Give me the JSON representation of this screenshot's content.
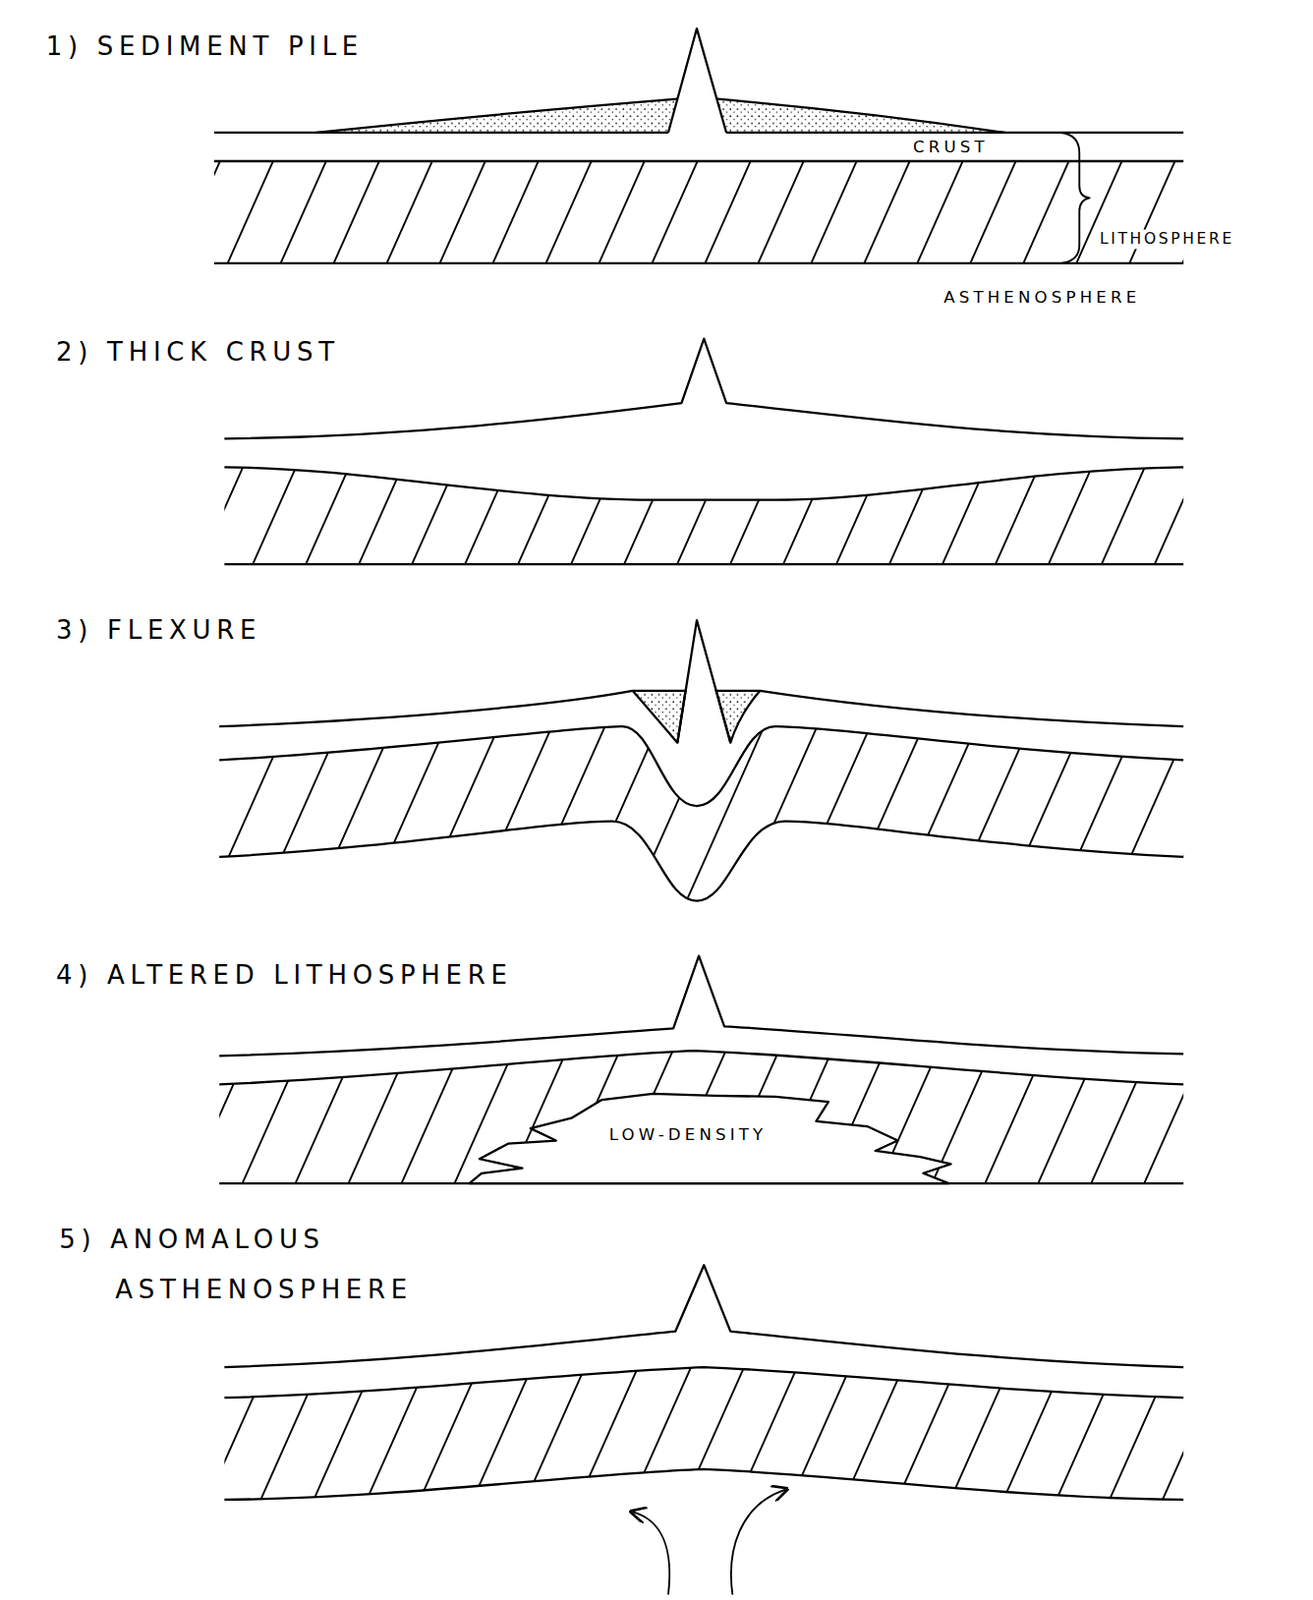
{
  "diagram": {
    "labels": [
      "1) SEDIMENT PILE",
      "CRUST",
      "LITHOSPHERE",
      "ASTHENOSPHERE",
      "2) THICK CRUST",
      "3) FLEXURE",
      "4) ALTERED LITHOSPHERE",
      "LOW-DENSITY",
      "5) ANOMALOUS ASTHENOSPHERE"
    ]
  }
}
